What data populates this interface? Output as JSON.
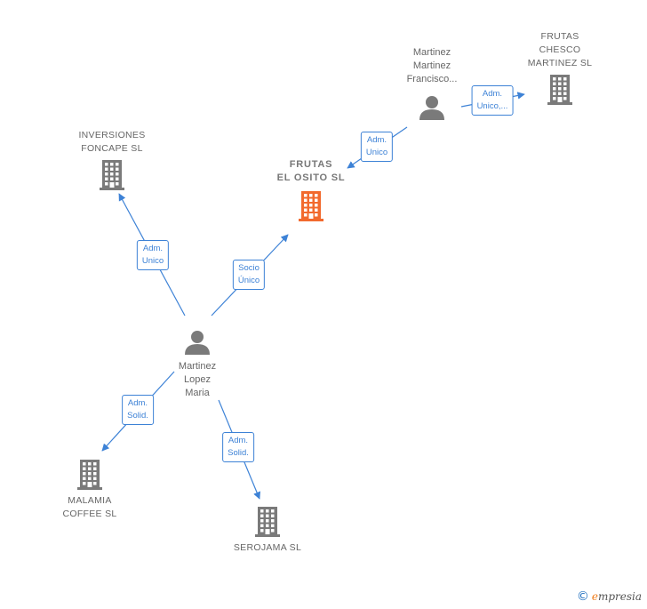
{
  "nodes": {
    "frutas_el_osito": {
      "label": [
        "FRUTAS",
        "EL OSITO  SL"
      ],
      "type": "company",
      "focus": true
    },
    "frutas_chesco": {
      "label": [
        "FRUTAS",
        "CHESCO",
        "MARTINEZ SL"
      ],
      "type": "company"
    },
    "inversiones_foncape": {
      "label": [
        "INVERSIONES",
        "FONCAPE SL"
      ],
      "type": "company"
    },
    "malamia_coffee": {
      "label": [
        "MALAMIA",
        "COFFEE  SL"
      ],
      "type": "company"
    },
    "serojama": {
      "label": [
        "SEROJAMA SL"
      ],
      "type": "company"
    },
    "martinez_martinez_francisco": {
      "label": [
        "Martinez",
        "Martinez",
        "Francisco..."
      ],
      "type": "person"
    },
    "martinez_lopez_maria": {
      "label": [
        "Martinez",
        "Lopez",
        "Maria"
      ],
      "type": "person"
    }
  },
  "edges": [
    {
      "id": "e1",
      "from": "martinez_martinez_francisco",
      "to": "frutas_chesco",
      "label": [
        "Adm.",
        "Unico,..."
      ]
    },
    {
      "id": "e2",
      "from": "martinez_martinez_francisco",
      "to": "frutas_el_osito",
      "label": [
        "Adm.",
        "Unico"
      ]
    },
    {
      "id": "e3",
      "from": "martinez_lopez_maria",
      "to": "inversiones_foncape",
      "label": [
        "Adm.",
        "Unico"
      ]
    },
    {
      "id": "e4",
      "from": "martinez_lopez_maria",
      "to": "frutas_el_osito",
      "label": [
        "Socio",
        "Único"
      ]
    },
    {
      "id": "e5",
      "from": "martinez_lopez_maria",
      "to": "malamia_coffee",
      "label": [
        "Adm.",
        "Solid."
      ]
    },
    {
      "id": "e6",
      "from": "martinez_lopez_maria",
      "to": "serojama",
      "label": [
        "Adm.",
        "Solid."
      ]
    }
  ],
  "colors": {
    "edge": "#3d82d6",
    "company": "#7a7a7a",
    "focus": "#f26a2e",
    "person": "#7a7a7a"
  },
  "footer": {
    "copyright": "©",
    "brand_first": "e",
    "brand_rest": "mpresia"
  }
}
